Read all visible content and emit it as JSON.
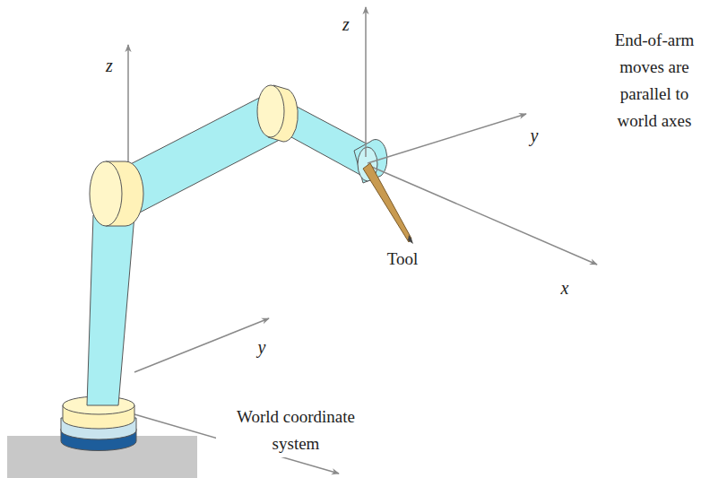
{
  "diagram": {
    "labels": [
      "z",
      "y",
      "World coordinate system",
      "z",
      "y",
      "x",
      "Tool",
      "End-of-arm moves are parallel to world axes"
    ]
  }
}
